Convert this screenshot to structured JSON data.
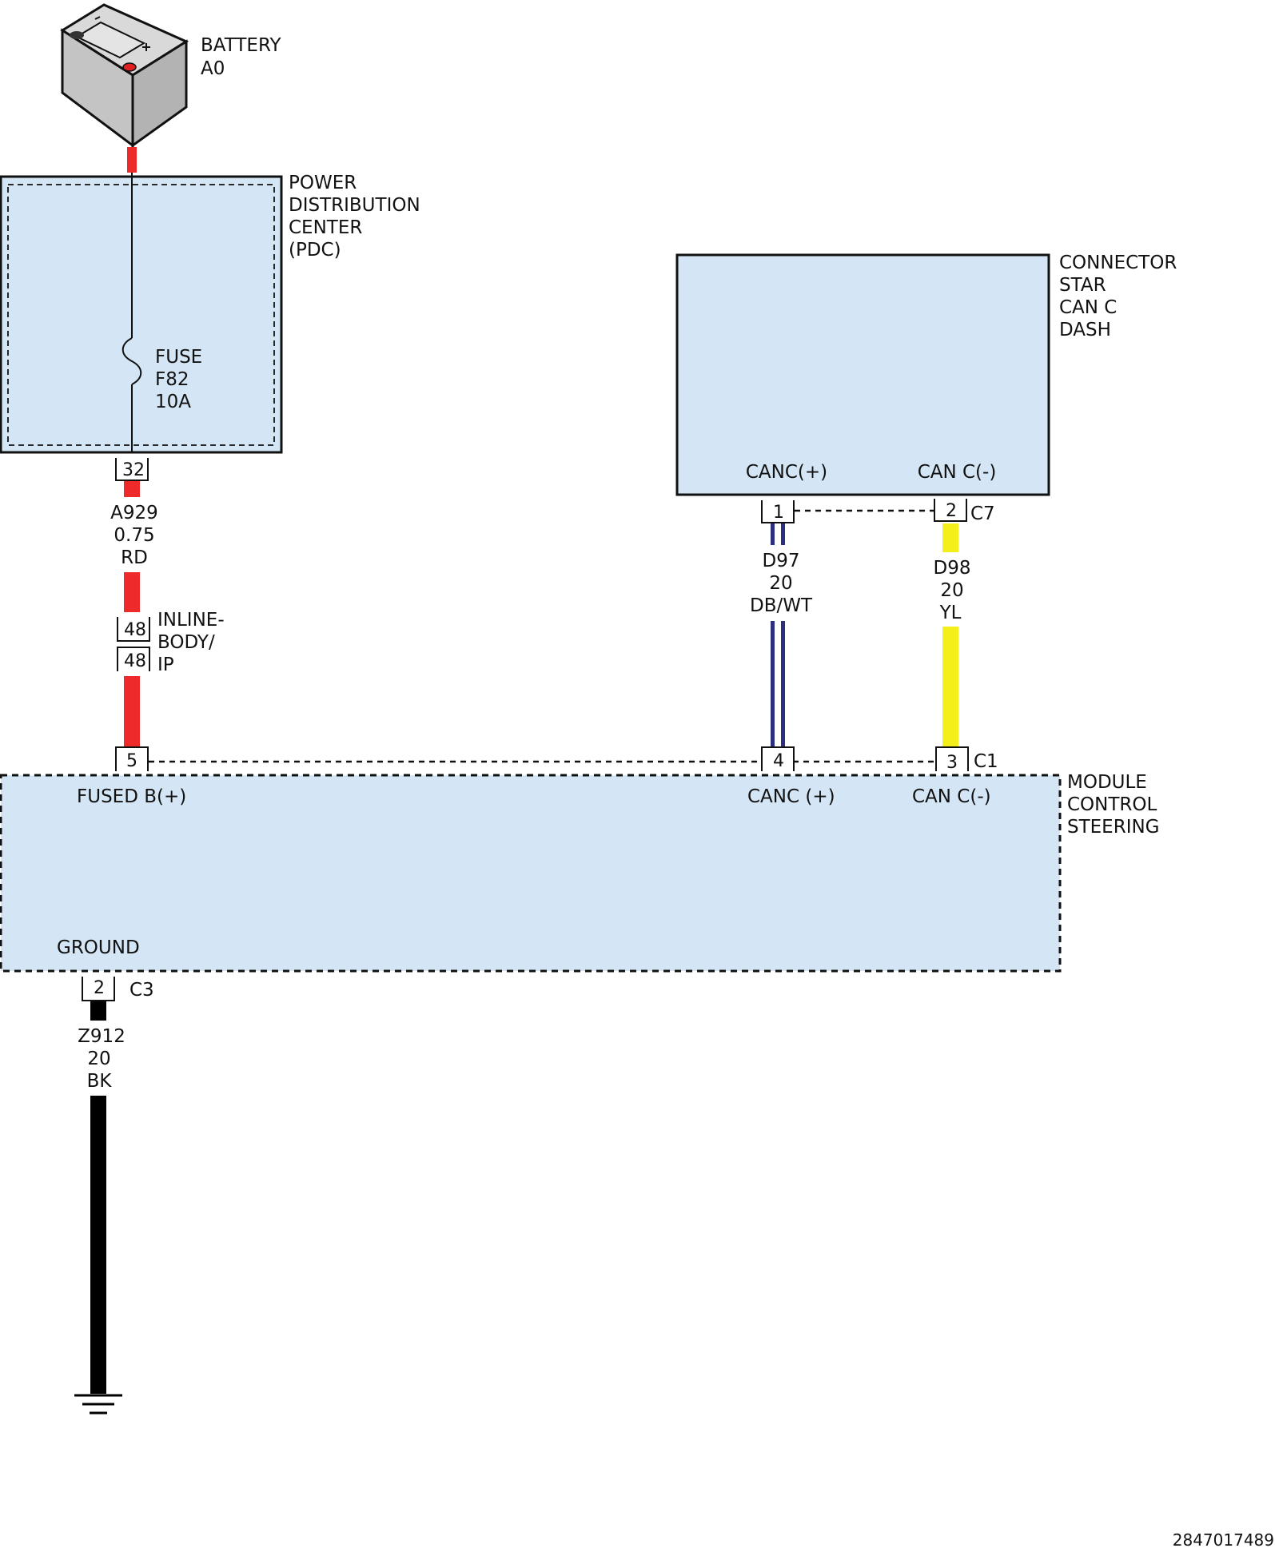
{
  "colors": {
    "module_fill": "#d4e6f5",
    "wire_red": "#ee2a2a",
    "wire_dark_blue": "#2b2f7e",
    "wire_yellow": "#f4ee1a",
    "wire_black": "#000000",
    "battery_body": "#c9c9c9",
    "battery_terminal": "#e02020"
  },
  "battery": {
    "label_line1": "BATTERY",
    "label_line2": "A0"
  },
  "pdc": {
    "label_line1": "POWER",
    "label_line2": "DISTRIBUTION",
    "label_line3": "CENTER",
    "label_line4": "(PDC)",
    "fuse_line1": "FUSE",
    "fuse_line2": "F82",
    "fuse_line3": "10A",
    "output_pin": "32"
  },
  "wire_a929": {
    "circuit": "A929",
    "gauge": "0.75",
    "color_code": "RD"
  },
  "inline": {
    "pin_top": "48",
    "pin_bottom": "48",
    "label_line1": "INLINE-",
    "label_line2": "BODY/",
    "label_line3": "IP"
  },
  "connector_star": {
    "label_line1": "CONNECTOR",
    "label_line2": "STAR",
    "label_line3": "CAN C",
    "label_line4": "DASH",
    "pin_label_plus": "CANC(+)",
    "pin_label_minus": "CAN C(-)",
    "pin_plus": "1",
    "pin_minus": "2",
    "connector_id": "C7"
  },
  "wire_d97": {
    "circuit": "D97",
    "gauge": "20",
    "color_code": "DB/WT"
  },
  "wire_d98": {
    "circuit": "D98",
    "gauge": "20",
    "color_code": "YL"
  },
  "steering_module": {
    "label_line1": "MODULE",
    "label_line2": "CONTROL",
    "label_line3": "STEERING",
    "pin_fused": "5",
    "pin_canc_plus": "4",
    "pin_canc_minus": "3",
    "connector_c1": "C1",
    "label_fused": "FUSED B(+)",
    "label_canc_plus": "CANC (+)",
    "label_canc_minus": "CAN C(-)",
    "label_ground": "GROUND",
    "pin_ground": "2",
    "connector_c3": "C3"
  },
  "wire_z912": {
    "circuit": "Z912",
    "gauge": "20",
    "color_code": "BK"
  },
  "document_id": "2847017489"
}
